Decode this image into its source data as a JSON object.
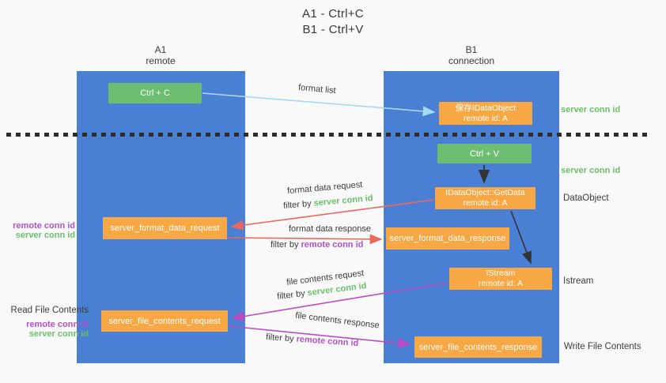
{
  "title": {
    "line1": "A1 - Ctrl+C",
    "line2": "B1 - Ctrl+V"
  },
  "columns": {
    "left": {
      "name": "A1",
      "role": "remote"
    },
    "right": {
      "name": "B1",
      "role": "connection"
    }
  },
  "nodes": {
    "ctrl_c": "Ctrl + C",
    "ctrl_v": "Ctrl + V",
    "save_dataobject": {
      "line1": "保存IDataObject",
      "line2": "remote id: A"
    },
    "getdata": {
      "line1": "IDataObject::GetData",
      "line2": "remote id: A"
    },
    "istream": {
      "line1": "IStream",
      "line2": "remote id: A"
    },
    "format_request": "server_format_data_request",
    "format_response": "server_format_data_response",
    "file_request": "server_file_contents_request",
    "file_response": "server_file_contents_response"
  },
  "labels": {
    "format_list": "format list",
    "format_data_request": "format data request",
    "format_data_response": "format data response",
    "file_contents_request": "file contents request",
    "file_contents_response": "file contents response",
    "filter_by": "filter by ",
    "server_conn_id": "server conn id",
    "remote_conn_id": "remote conn id"
  },
  "side": {
    "dataobject": "DataObject",
    "istream": "Istream",
    "read_file_contents": "Read File Contents",
    "write_file_contents": "Write File Contents"
  },
  "colors": {
    "column_blue": "#4A80D4",
    "box_orange": "#F7A844",
    "box_green": "#6EBE71",
    "text_green": "#6ABF69",
    "text_purple": "#B150C8",
    "arrow_red": "#EC685C",
    "arrow_magenta": "#BB4CC3",
    "arrow_light_blue": "#A6D9F2",
    "arrow_black": "#333333",
    "text_dark": "#3C3C3C"
  }
}
